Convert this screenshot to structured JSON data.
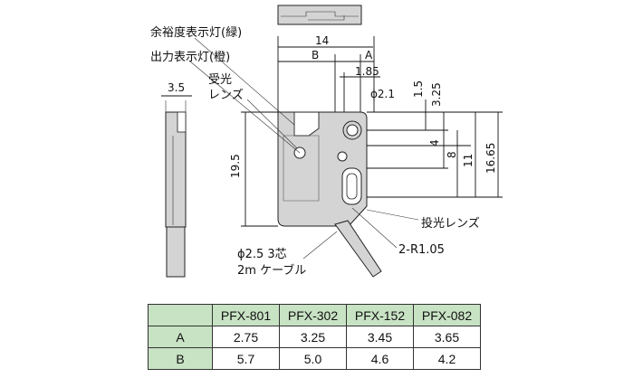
{
  "labels": {
    "margin_indicator": "余裕度表示灯(緑)",
    "output_indicator": "出力表示灯(橙)",
    "receiver_lens_line1": "受光",
    "receiver_lens_line2": "レンズ",
    "emitter_lens": "投光レンズ",
    "corner_radius": "2-R1.05",
    "cable_line1": "ϕ2.5 3芯",
    "cable_line2": "2m ケーブル"
  },
  "dimensions": {
    "width_14": "14",
    "b_label": "B",
    "a_label": "A",
    "d_1_85": "1.85",
    "d_phi_2_1": "ϕ2.1",
    "d_1_5": "1.5",
    "d_3_25": "3.25",
    "d_3_5": "3.5",
    "d_19_5": "19.5",
    "d_4": "4",
    "d_8": "8",
    "d_11": "11",
    "d_16_65": "16.65"
  },
  "table": {
    "models": [
      "PFX-801",
      "PFX-302",
      "PFX-152",
      "PFX-082"
    ],
    "rows": [
      {
        "label": "A",
        "values": [
          "2.75",
          "3.25",
          "3.45",
          "3.65"
        ]
      },
      {
        "label": "B",
        "values": [
          "5.7",
          "5.0",
          "4.6",
          "4.2"
        ]
      }
    ]
  }
}
